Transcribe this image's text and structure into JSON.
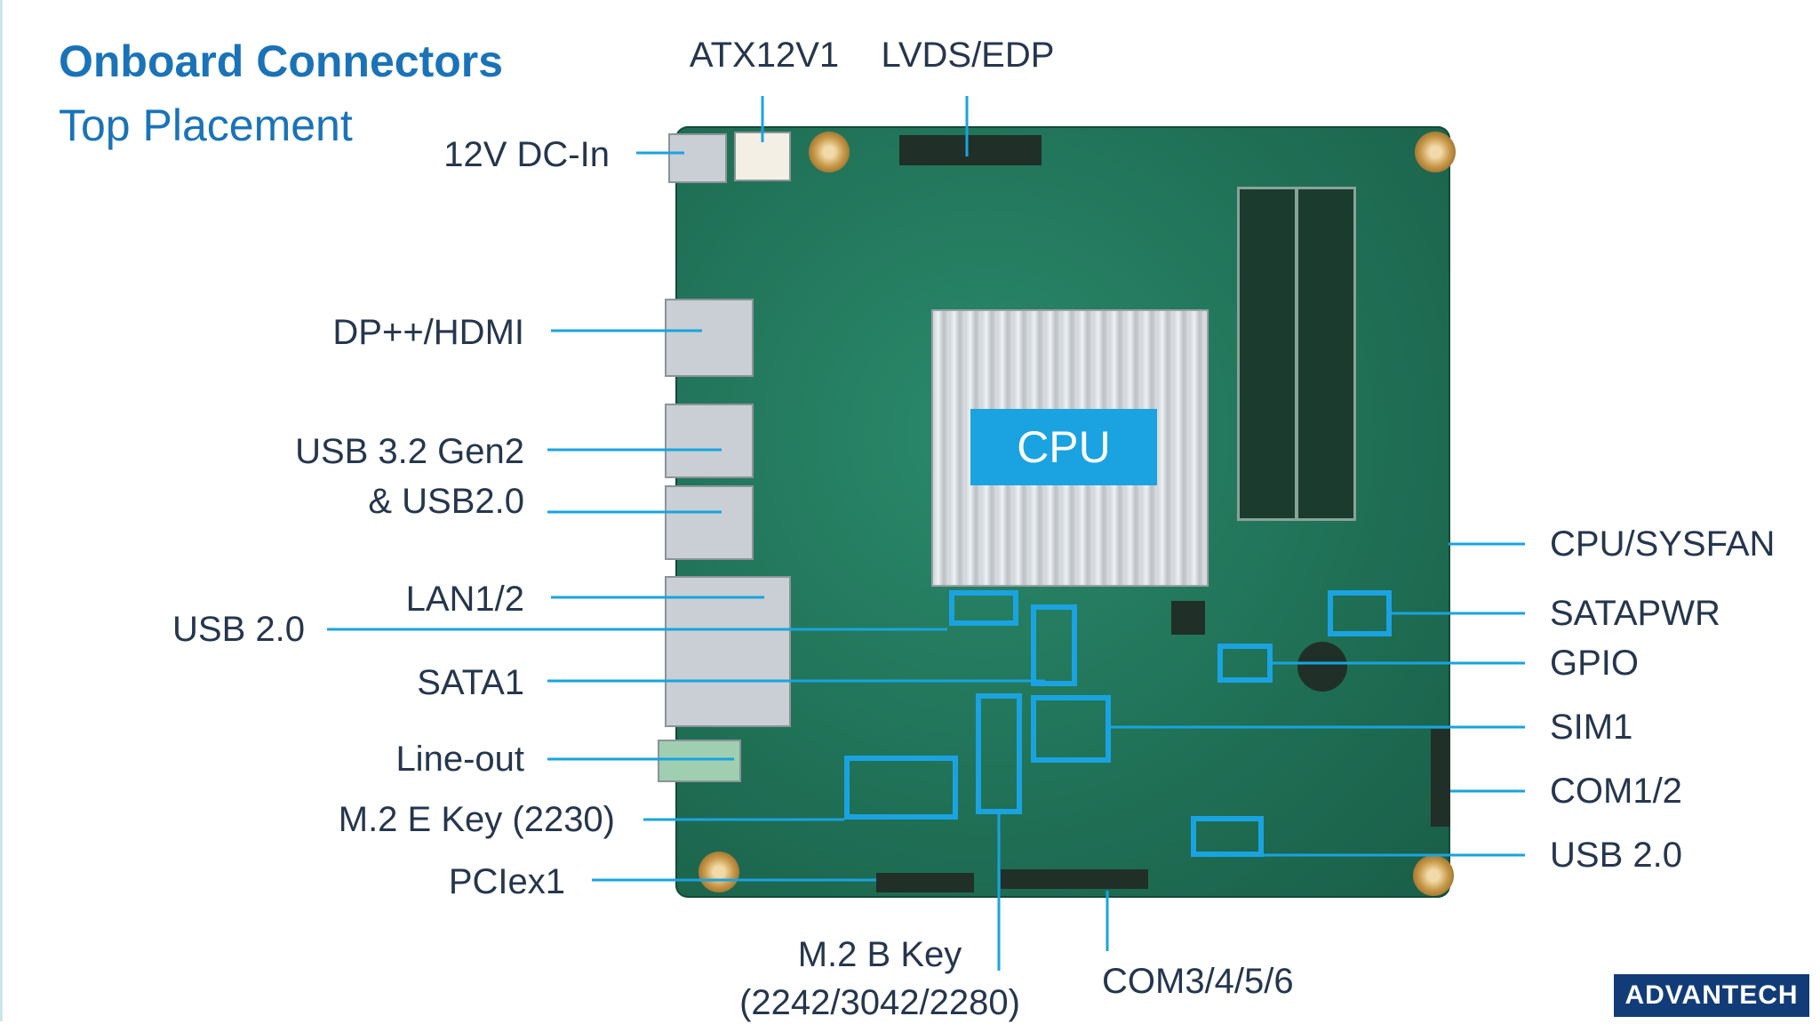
{
  "heading": {
    "title": "Onboard Connectors",
    "subtitle": "Top Placement"
  },
  "cpu_label": "CPU",
  "labels": {
    "atx": "ATX12V1",
    "lvds": "LVDS/EDP",
    "dcin": "12V DC-In",
    "dphdmi": "DP++/HDMI",
    "usb32a": "USB 3.2 Gen2",
    "usb32b": "& USB2.0",
    "lan": "LAN1/2",
    "usb20left": "USB 2.0",
    "sata": "SATA1",
    "lineout": "Line-out",
    "m2e": "M.2 E Key (2230)",
    "pcie": "PCIex1",
    "m2b1": "M.2 B Key",
    "m2b2": "(2242/3042/2280)",
    "com3456": "COM3/4/5/6",
    "fan": "CPU/SYSFAN",
    "satapwr": "SATAPWR",
    "gpio": "GPIO",
    "sim": "SIM1",
    "com12": "COM1/2",
    "usb20right": "USB 2.0"
  },
  "logo": "ADVANTECH",
  "colors": {
    "title": "#1a73b8",
    "accent": "#1aa3e0",
    "text": "#25364d",
    "board": "#1f6f55"
  }
}
